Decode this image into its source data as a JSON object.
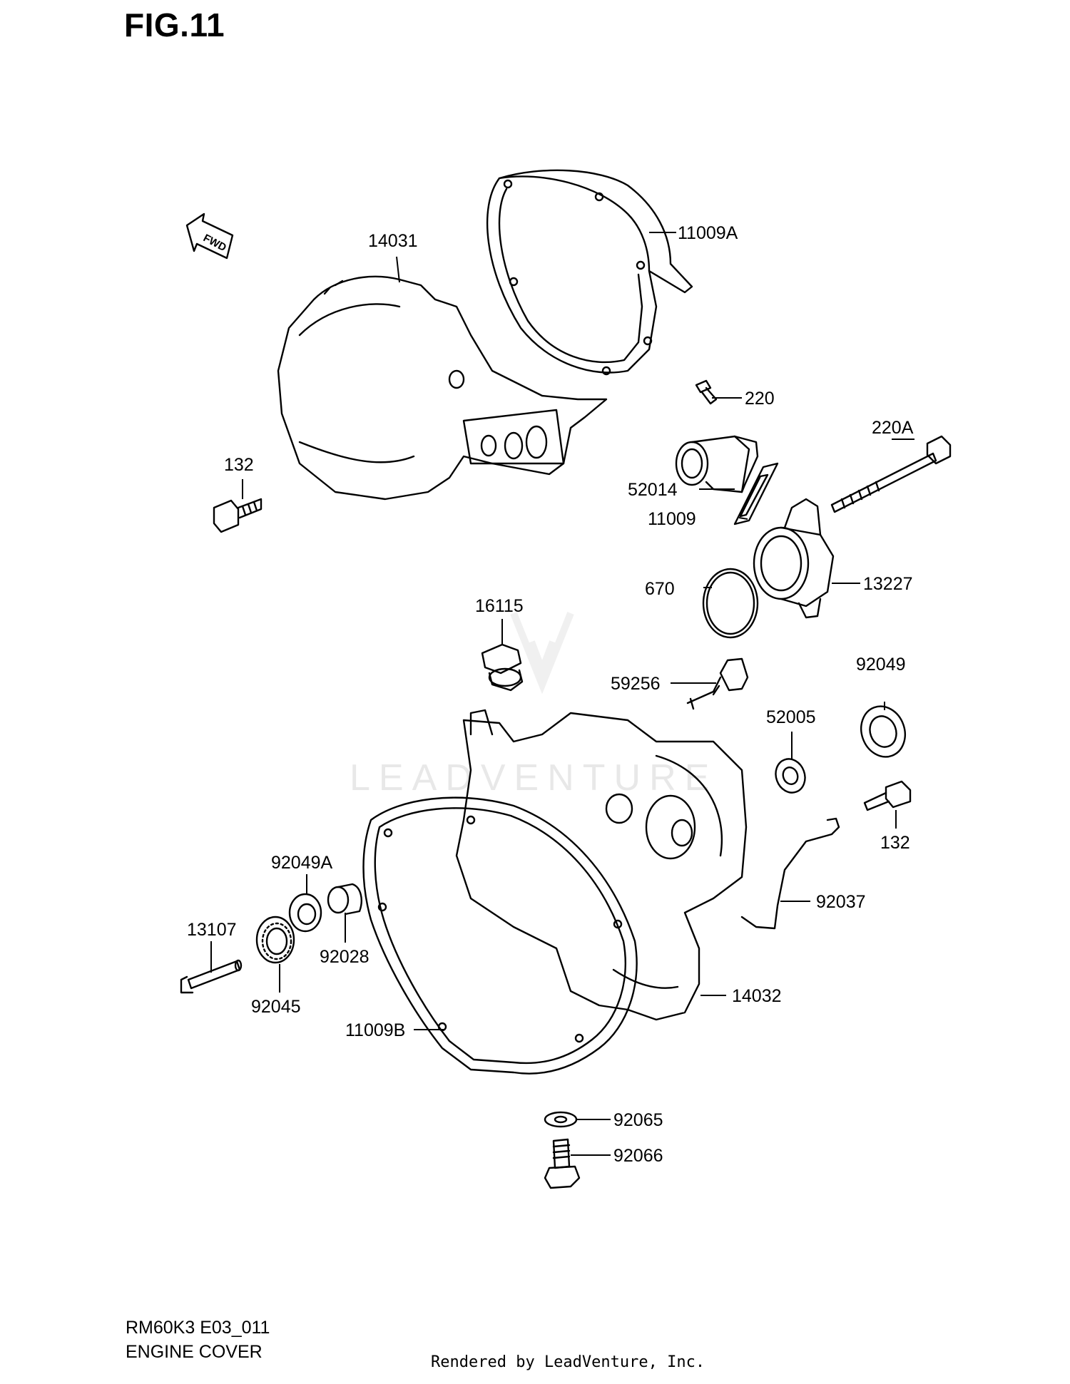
{
  "figure": {
    "title": "FIG.11",
    "model_code": "RM60K3 E03_011",
    "section_name": "ENGINE COVER",
    "render_credit": "Rendered by LeadVenture, Inc."
  },
  "watermark": {
    "text": "LEADVENTURE"
  },
  "direction_marker": {
    "label": "FWD"
  },
  "callouts": [
    {
      "id": "14031",
      "label": "14031"
    },
    {
      "id": "11009A",
      "label": "11009A"
    },
    {
      "id": "220",
      "label": "220"
    },
    {
      "id": "220A",
      "label": "220A"
    },
    {
      "id": "132-top",
      "label": "132"
    },
    {
      "id": "52014",
      "label": "52014"
    },
    {
      "id": "11009",
      "label": "11009"
    },
    {
      "id": "670",
      "label": "670"
    },
    {
      "id": "13227",
      "label": "13227"
    },
    {
      "id": "16115",
      "label": "16115"
    },
    {
      "id": "59256",
      "label": "59256"
    },
    {
      "id": "92049",
      "label": "92049"
    },
    {
      "id": "52005",
      "label": "52005"
    },
    {
      "id": "132-right",
      "label": "132"
    },
    {
      "id": "92049A",
      "label": "92049A"
    },
    {
      "id": "92037",
      "label": "92037"
    },
    {
      "id": "13107",
      "label": "13107"
    },
    {
      "id": "92028",
      "label": "92028"
    },
    {
      "id": "92045",
      "label": "92045"
    },
    {
      "id": "14032",
      "label": "14032"
    },
    {
      "id": "11009B",
      "label": "11009B"
    },
    {
      "id": "92065",
      "label": "92065"
    },
    {
      "id": "92066",
      "label": "92066"
    }
  ]
}
